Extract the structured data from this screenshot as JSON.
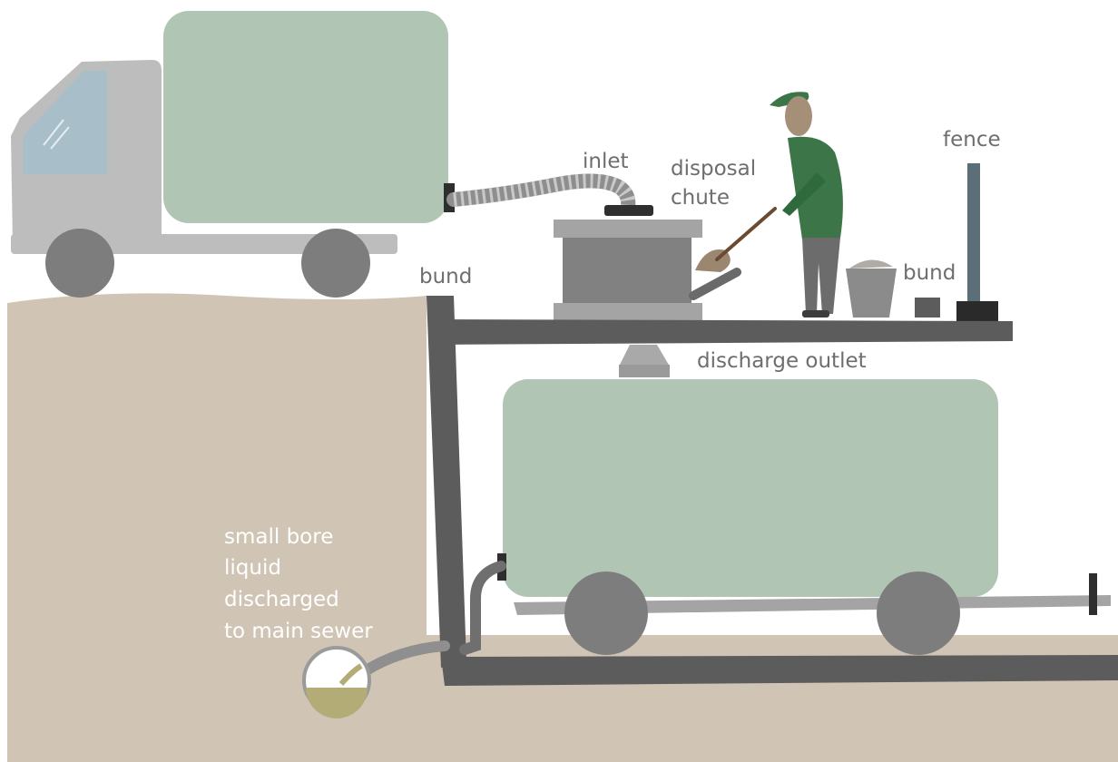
{
  "labels": {
    "inlet": "inlet",
    "disposal_chute_line1": "disposal",
    "disposal_chute_line2": "chute",
    "fence": "fence",
    "bund_left": "bund",
    "bund_right": "bund",
    "discharge_outlet": "discharge outlet",
    "small_bore_line1": "small bore",
    "small_bore_line2": "liquid",
    "small_bore_line3": "discharged",
    "small_bore_line4": "to main sewer"
  },
  "colors": {
    "ground": "#d0c4b5",
    "tank": "#b1c5b5",
    "truck_body": "#bdbdbd",
    "windscreen": "#a8bfca",
    "wheel": "#7d7d7d",
    "bund_structure": "#5c5c5c",
    "fence_post": "#5c6e78",
    "worker_jacket": "#3b7548",
    "sewer_liquid": "#b3ac76",
    "label_text": "#6e6e6e"
  }
}
